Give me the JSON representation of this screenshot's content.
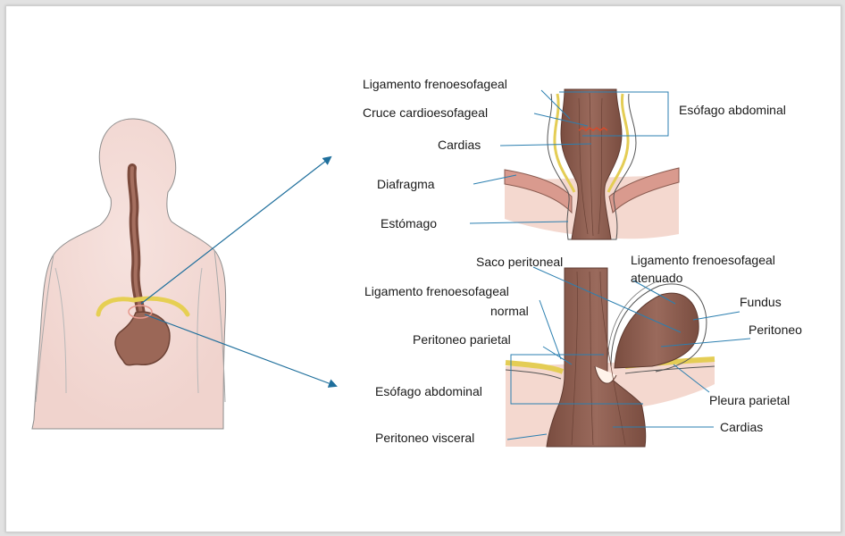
{
  "top_labels": {
    "lig_freno": "Ligamento frenoesofageal",
    "cruce": "Cruce cardioesofageal",
    "cardias": "Cardias",
    "diafragma": "Diafragma",
    "estomago": "Estómago",
    "esofago_abdominal": "Esófago abdominal"
  },
  "bottom_labels": {
    "saco_peritoneal": "Saco peritoneal",
    "lig_atenuado_1": "Ligamento frenoesofageal",
    "lig_atenuado_2": "atenuado",
    "lig_normal_1": "Ligamento frenoesofageal",
    "lig_normal_2": "normal",
    "fundus": "Fundus",
    "peritoneo": "Peritoneo",
    "peritoneo_parietal": "Peritoneo parietal",
    "esofago_abdominal": "Esófago abdominal",
    "pleura_parietal": "Pleura parietal",
    "peritoneo_visceral": "Peritoneo visceral",
    "cardias": "Cardias"
  },
  "colors": {
    "leader_line": "#2b7fb0",
    "arrow": "#1f6f9c",
    "tissue": "#8a5a4c",
    "pink": "#f3d2c8",
    "diaphragm": "#d99a8e",
    "ligament_yellow": "#e8d24a"
  }
}
